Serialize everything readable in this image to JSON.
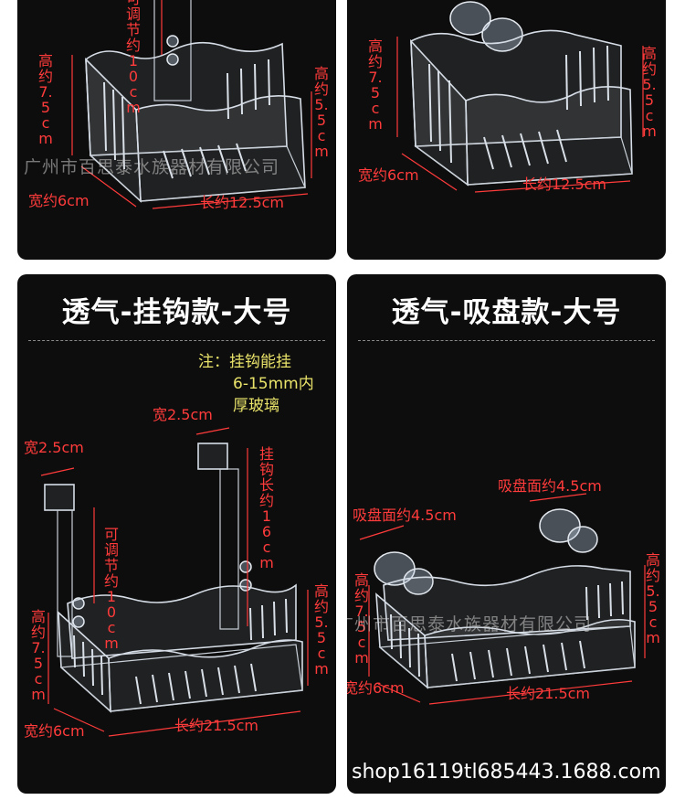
{
  "panels": [
    {
      "id": "top-left",
      "title": "",
      "dims": {
        "adjust": "可调节约10cm",
        "height_tall": "高约7.5cm",
        "height_short": "高约5.5cm",
        "width": "宽约6cm",
        "length": "长约12.5cm"
      },
      "watermark": "广州市百思泰水族器材有限公司"
    },
    {
      "id": "top-right",
      "title": "",
      "dims": {
        "height_tall": "高约7.5cm",
        "height_short": "高约5.5cm",
        "width": "宽约6cm",
        "length": "长约12.5cm"
      }
    },
    {
      "id": "bottom-left",
      "title": "透气-挂钩款-大号",
      "note": [
        "注：挂钩能挂",
        "6-15mm内",
        "厚玻璃"
      ],
      "dims": {
        "hook_width_left": "宽2.5cm",
        "hook_width_right": "宽2.5cm",
        "hook_length": "挂钩长约16cm",
        "adjust": "可调节约10cm",
        "height_tall": "高约7.5cm",
        "height_short": "高约5.5cm",
        "width": "宽约6cm",
        "length": "长约21.5cm"
      }
    },
    {
      "id": "bottom-right",
      "title": "透气-吸盘款-大号",
      "dims": {
        "cup_left": "吸盘面约4.5cm",
        "cup_right": "吸盘面约4.5cm",
        "height_tall": "高约7.5cm",
        "height_short": "高约5.5cm",
        "width": "宽约6cm",
        "length": "长约21.5cm"
      },
      "watermark": "广州市百思泰水族器材有限公司"
    }
  ],
  "shop_url": "shop16119tl685443.1688.com",
  "colors": {
    "panel_bg": "#0d0d0d",
    "dimension_text": "#ff3b3b",
    "note_text": "#e9e36a",
    "title_text": "#ffffff"
  }
}
